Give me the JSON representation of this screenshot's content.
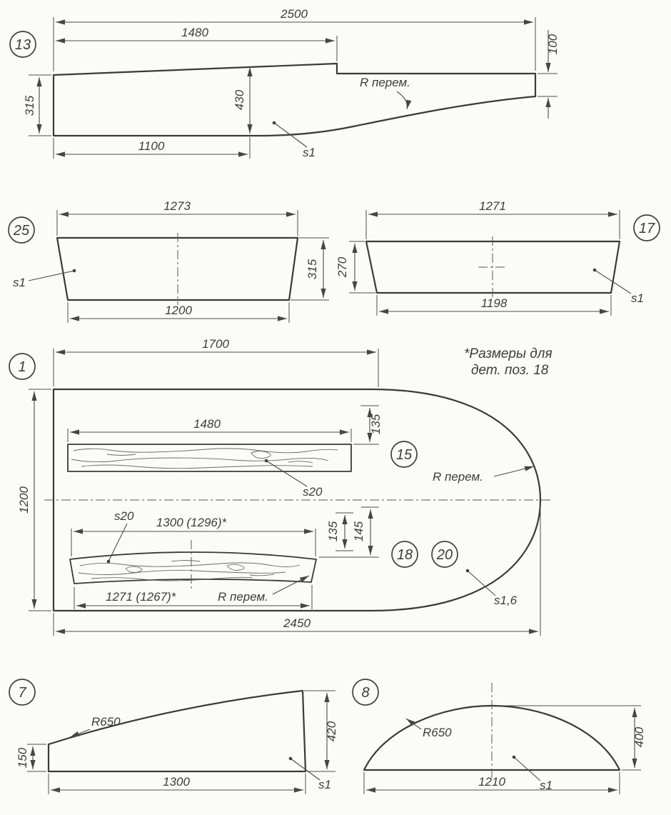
{
  "note": {
    "line1": "*Размеры для",
    "line2": "дет. поз. 18"
  },
  "parts": {
    "p13": {
      "badge": "13",
      "dim_total": "2500",
      "dim_step": "1480",
      "dim_right_height": "100",
      "dim_left_height": "315",
      "dim_mid_height": "430",
      "dim_bottom": "1100",
      "radius_label": "R перем.",
      "thickness": "s1"
    },
    "p25": {
      "badge": "25",
      "dim_top": "1273",
      "dim_height": "315",
      "dim_bottom": "1200",
      "thickness": "s1"
    },
    "p17": {
      "badge": "17",
      "dim_top": "1271",
      "dim_height": "270",
      "dim_bottom": "1198",
      "thickness": "s1"
    },
    "p1": {
      "badge": "1",
      "dim_top": "1700",
      "dim_left_height": "1200",
      "dim_bottom": "2450",
      "thickness": "s1,6",
      "radius_label": "R перем."
    },
    "p15": {
      "badge": "15",
      "dim_length": "1480",
      "dim_offset": "135",
      "thickness": "s20"
    },
    "p18_20": {
      "badge_18": "18",
      "badge_20": "20",
      "dim_length_top": "1300 (1296)*",
      "dim_length_bottom": "1271 (1267)*",
      "dim_offset_a": "135",
      "dim_offset_b": "145",
      "thickness": "s20",
      "radius_label": "R перем."
    },
    "p7": {
      "badge": "7",
      "radius": "R650",
      "dim_left_height": "150",
      "dim_right_height": "420",
      "dim_bottom": "1300",
      "thickness": "s1"
    },
    "p8": {
      "badge": "8",
      "radius": "R650",
      "dim_height": "400",
      "dim_bottom": "1210",
      "thickness": "s1"
    }
  }
}
